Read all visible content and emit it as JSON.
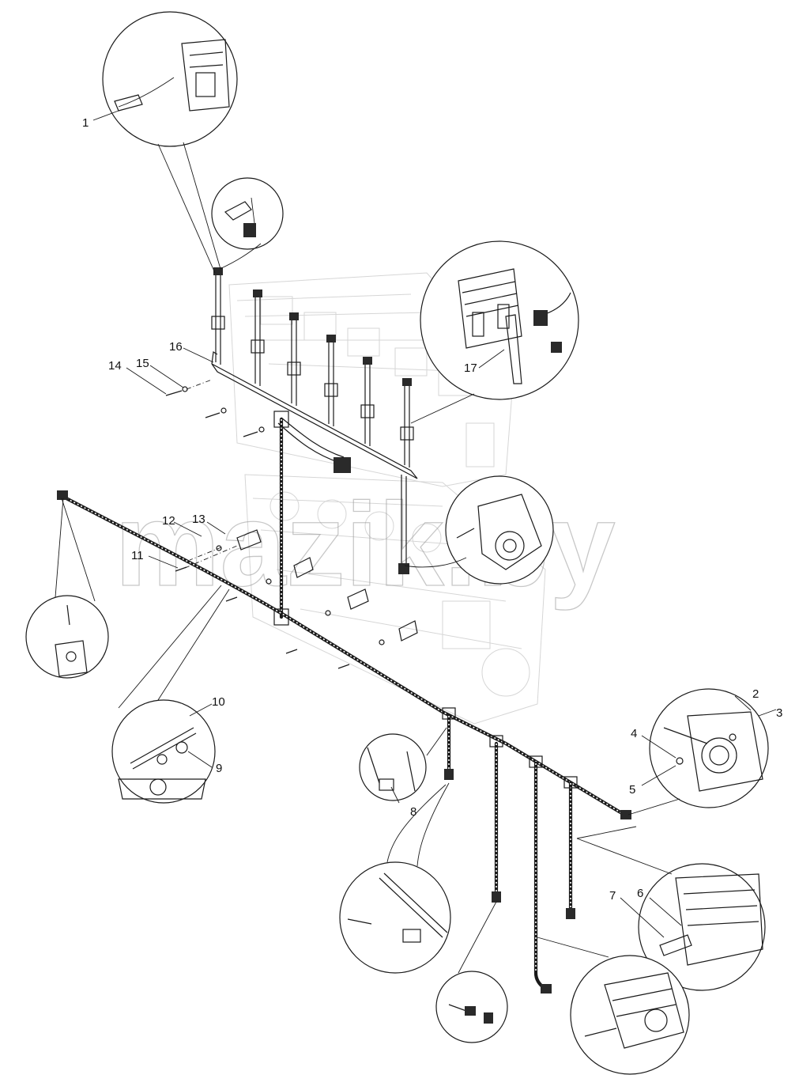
{
  "watermark": "mazik.by",
  "callout_numbers": [
    "1",
    "2",
    "3",
    "4",
    "5",
    "6",
    "7",
    "8",
    "9",
    "10",
    "11",
    "12",
    "13",
    "14",
    "15",
    "16",
    "17"
  ]
}
